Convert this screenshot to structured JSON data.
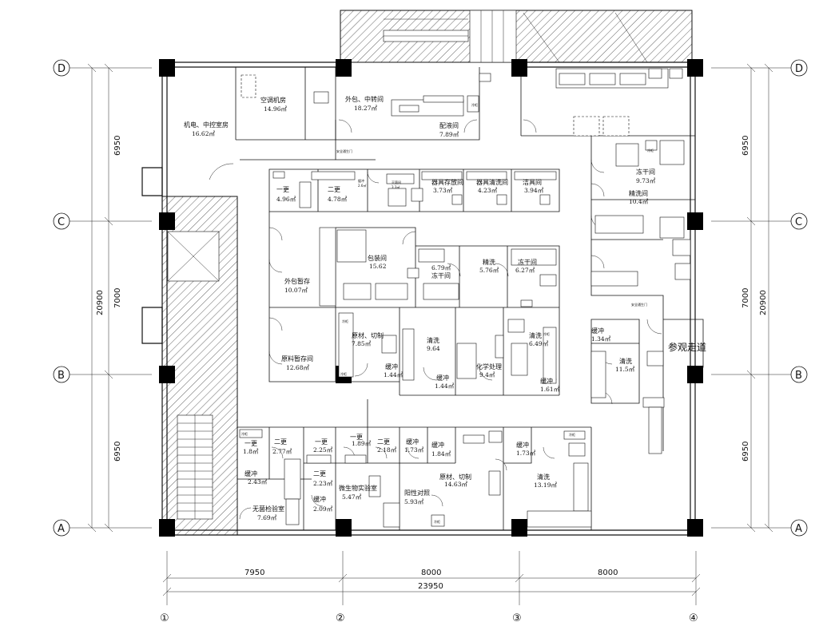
{
  "axes": {
    "rows": [
      "D",
      "C",
      "B",
      "A"
    ],
    "cols": [
      "①",
      "②",
      "③",
      "④"
    ]
  },
  "dims": {
    "left": [
      "6950",
      "7000",
      "6950"
    ],
    "left_total": "20900",
    "right": [
      "6950",
      "7000",
      "6950"
    ],
    "right_total": "20900",
    "bottom": [
      "7950",
      "8000",
      "8000"
    ],
    "bottom_total": "23950"
  },
  "labels": {
    "corridor": "参观走道",
    "safety_door_top": "安全通生门",
    "safety_door_right": "安全通生门"
  },
  "rooms": [
    {
      "name": "机电、中控室房",
      "area": "16.62㎡"
    },
    {
      "name": "空调机房",
      "area": "14.96㎡"
    },
    {
      "name": "外包、中转间",
      "area": "18.27㎡"
    },
    {
      "name": "配液间",
      "area": "7.89㎡"
    },
    {
      "name": "冻干间",
      "area": "9.73㎡"
    },
    {
      "name": "精洗间",
      "area": "10.4㎡"
    },
    {
      "name": "一更",
      "area": "4.96㎡"
    },
    {
      "name": "二更",
      "area": "4.78㎡"
    },
    {
      "name": "缓冲",
      "area": "2.6㎡"
    },
    {
      "name": "灭菌间",
      "area": "3.3㎡"
    },
    {
      "name": "器具存放间",
      "area": "3.73㎡"
    },
    {
      "name": "器具清洗间",
      "area": "4.23㎡"
    },
    {
      "name": "洁具间",
      "area": "3.94㎡"
    },
    {
      "name": "包装间",
      "area": "15.62"
    },
    {
      "name": "冻干间",
      "area": "6.79㎡"
    },
    {
      "name": "精洗",
      "area": "5.76㎡"
    },
    {
      "name": "冻干间",
      "area": "6.27㎡"
    },
    {
      "name": "外包暂存",
      "area": "10.07㎡"
    },
    {
      "name": "原料暂存间",
      "area": "12.68㎡"
    },
    {
      "name": "原材、切制",
      "area": "7.85㎡"
    },
    {
      "name": "清洗",
      "area": "9.64"
    },
    {
      "name": "化学处理",
      "area": "9.4㎡"
    },
    {
      "name": "清洗",
      "area": "6.49㎡"
    },
    {
      "name": "缓冲",
      "area": "1.44㎡"
    },
    {
      "name": "缓冲",
      "area": "1.44㎡"
    },
    {
      "name": "缓冲",
      "area": "1.61㎡"
    },
    {
      "name": "缓冲",
      "area": "1.34㎡"
    },
    {
      "name": "清洗",
      "area": "11.5㎡"
    },
    {
      "name": "一更",
      "area": "1.8㎡"
    },
    {
      "name": "二更",
      "area": "2.77㎡"
    },
    {
      "name": "一更",
      "area": "2.25㎡"
    },
    {
      "name": "一更",
      "area": "1.89㎡"
    },
    {
      "name": "二更",
      "area": "2.18㎡"
    },
    {
      "name": "缓冲",
      "area": "1.73㎡"
    },
    {
      "name": "缓冲",
      "area": "1.84㎡"
    },
    {
      "name": "缓冲",
      "area": "1.73㎡"
    },
    {
      "name": "缓冲",
      "area": "2.43㎡"
    },
    {
      "name": "二更",
      "area": "2.23㎡"
    },
    {
      "name": "微生物实验室",
      "area": "5.47㎡"
    },
    {
      "name": "缓冲",
      "area": "2.09㎡"
    },
    {
      "name": "无菌检验室",
      "area": "7.69㎡"
    },
    {
      "name": "阳性对照",
      "area": "5.93㎡"
    },
    {
      "name": "原材、切制",
      "area": "14.63㎡"
    },
    {
      "name": "清洗",
      "area": "13.19㎡"
    }
  ],
  "equipment": {
    "tag": "冷柜"
  }
}
